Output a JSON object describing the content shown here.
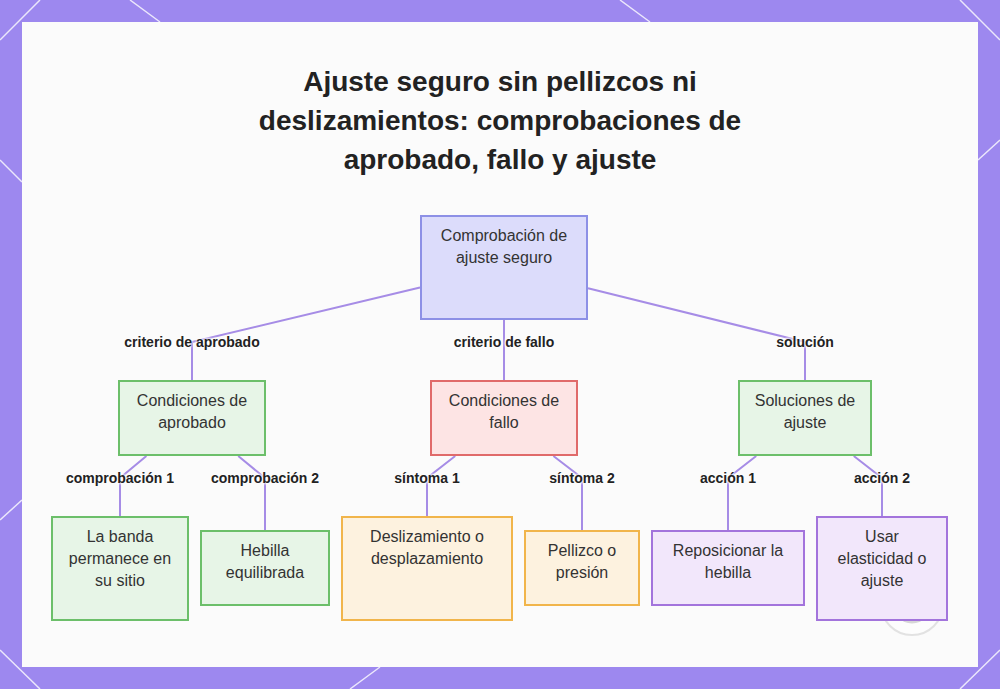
{
  "diagram": {
    "title": "Ajuste seguro sin pellizcos ni deslizamientos: comprobaciones de aprobado, fallo y ajuste",
    "nodes": [
      {
        "text": [
          "Comprobación de ajuste seguro"
        ]
      },
      {
        "text": [
          "Condiciones de aprobado"
        ]
      },
      {
        "text": [
          "Condiciones de fallo"
        ]
      },
      {
        "text": [
          "Soluciones de ajuste"
        ]
      },
      {
        "text": [
          "La banda permanece en su sitio"
        ]
      },
      {
        "text": [
          "Hebilla equilibrada"
        ]
      },
      {
        "text": [
          "Deslizamiento o desplazamiento"
        ]
      },
      {
        "text": [
          "Pellizco o presión"
        ]
      },
      {
        "text": [
          "Reposicionar la hebilla"
        ]
      },
      {
        "text": [
          "Usar elasticidad o ajuste"
        ]
      }
    ],
    "edges": [
      {
        "from": 0,
        "to": 1,
        "label": "criterio de aprobado",
        "arrow": "none"
      },
      {
        "from": 0,
        "to": 2,
        "label": "criterio de fallo",
        "arrow": "none"
      },
      {
        "from": 0,
        "to": 3,
        "label": "solución",
        "arrow": "none"
      },
      {
        "from": 1,
        "to": 4,
        "label": "comprobación 1",
        "arrow": "none"
      },
      {
        "from": 1,
        "to": 5,
        "label": "comprobación 2",
        "arrow": "none"
      },
      {
        "from": 2,
        "to": 6,
        "label": "síntoma 1",
        "arrow": "none"
      },
      {
        "from": 2,
        "to": 7,
        "label": "síntoma 2",
        "arrow": "none"
      },
      {
        "from": 3,
        "to": 8,
        "label": "acción 1",
        "arrow": "none"
      },
      {
        "from": 3,
        "to": 9,
        "label": "acción 2",
        "arrow": "none"
      }
    ]
  }
}
